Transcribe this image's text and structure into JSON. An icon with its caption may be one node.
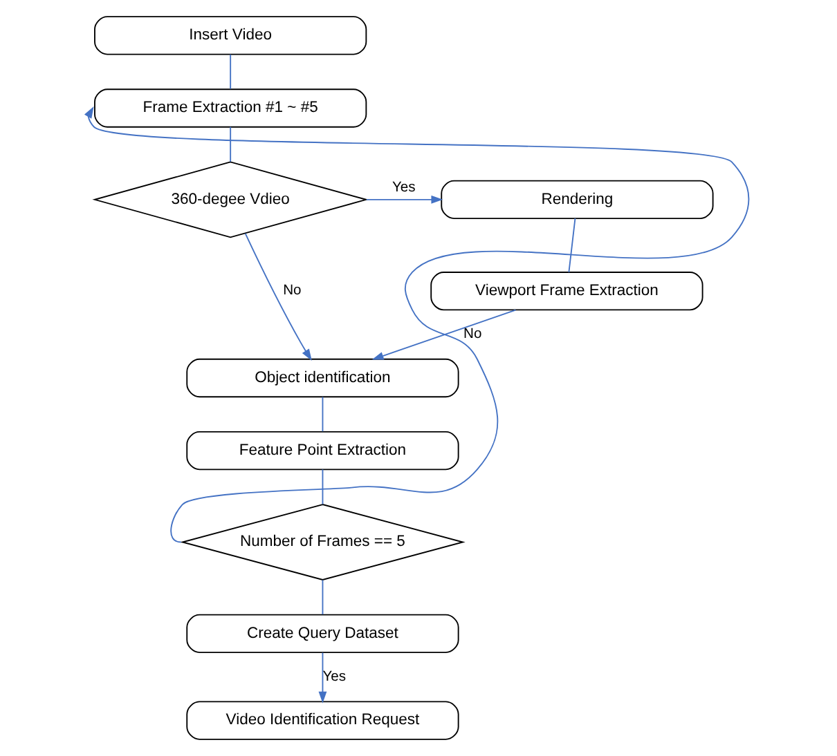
{
  "diagram": {
    "nodes": [
      {
        "text": [
          "Insert Video"
        ]
      },
      {
        "text": [
          "Frame Extraction #1 ~ #5"
        ]
      },
      {
        "text": [
          "360-degee Vdieo"
        ]
      },
      {
        "text": [
          "Rendering"
        ]
      },
      {
        "text": [
          "Viewport Frame Extraction"
        ]
      },
      {
        "text": [
          "Object identification"
        ]
      },
      {
        "text": [
          "Feature Point Extraction"
        ]
      },
      {
        "text": [
          "Number of Frames == 5"
        ]
      },
      {
        "text": [
          "Create Query Dataset"
        ]
      },
      {
        "text": [
          "Video Identification Request"
        ]
      }
    ],
    "edges": [
      {
        "from": 0,
        "to": 1,
        "arrow": "none"
      },
      {
        "from": 1,
        "to": 2,
        "arrow": "none"
      },
      {
        "from": 2,
        "to": 3,
        "arrow": "to",
        "label": "Yes"
      },
      {
        "from": 3,
        "to": 4,
        "arrow": "none"
      },
      {
        "from": 2,
        "to": 5,
        "arrow": "to",
        "label": "No"
      },
      {
        "from": 4,
        "to": 5,
        "arrow": "to"
      },
      {
        "from": 5,
        "to": 6,
        "arrow": "none"
      },
      {
        "from": 6,
        "to": 7,
        "arrow": "none"
      },
      {
        "from": 7,
        "to": 1,
        "arrow": "to",
        "label": "No"
      },
      {
        "from": 7,
        "to": 8,
        "arrow": "none"
      },
      {
        "from": 8,
        "to": 9,
        "arrow": "to",
        "label": "Yes"
      }
    ]
  }
}
